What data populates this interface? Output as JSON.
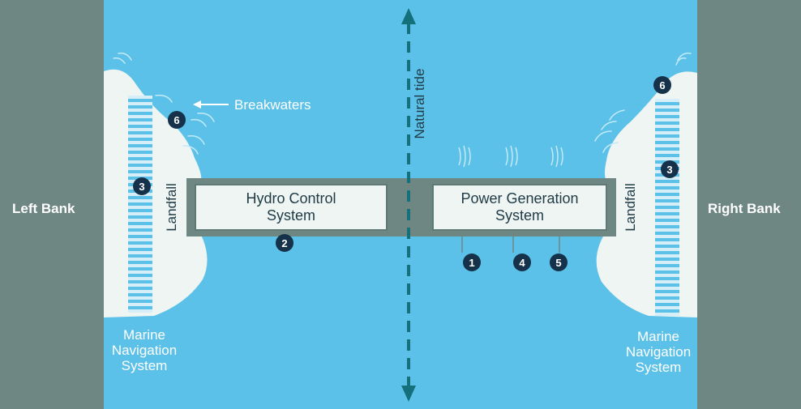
{
  "banks": {
    "left": "Left Bank",
    "right": "Right Bank"
  },
  "systems": {
    "hydro": [
      "Hydro Control",
      "System"
    ],
    "power": [
      "Power Generation",
      "System"
    ]
  },
  "marine": {
    "left": [
      "Marine",
      "Navigation",
      "System"
    ],
    "right": [
      "Marine",
      "Navigation",
      "System"
    ]
  },
  "landfall": {
    "left": "Landfall",
    "right": "Landfall"
  },
  "tide_label": "Natural tide",
  "breakwaters_label": "Breakwaters",
  "badges": {
    "b1": "1",
    "b2": "2",
    "b3_left": "3",
    "b3_right": "3",
    "b4": "4",
    "b5": "5",
    "b6_left": "6",
    "b6_right": "6"
  },
  "colors": {
    "water": "#5bc1e8",
    "bank": "#6e8782",
    "landfall_fill": "#eef5f3",
    "barrage": "#6e8782",
    "badge": "#16324a",
    "tide_arrow": "#14707a"
  },
  "icons": [
    "propeller-icon",
    "wave-icon"
  ]
}
